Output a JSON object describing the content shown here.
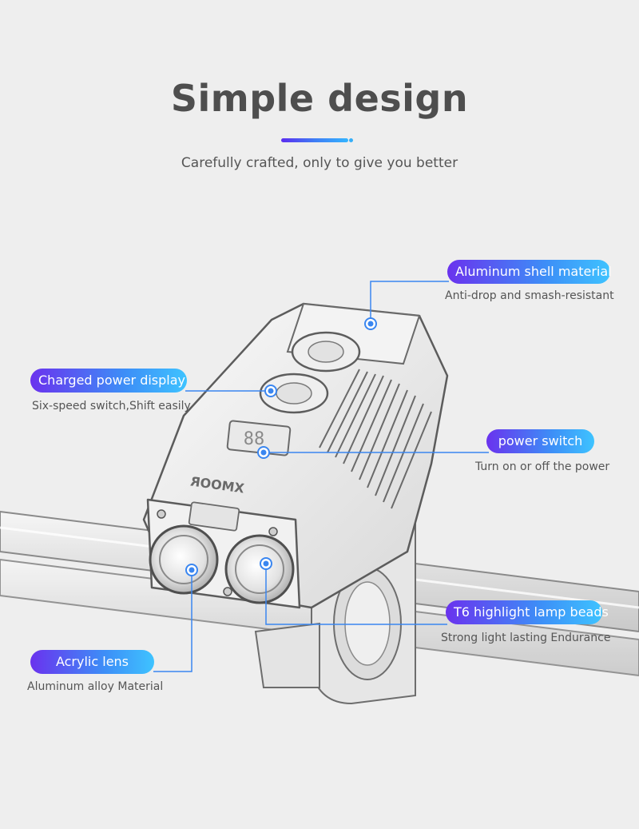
{
  "header": {
    "title": "Simple design",
    "subtitle": "Carefully crafted, only to give you better"
  },
  "callouts": {
    "aluminum_shell": {
      "label": "Aluminum shell material",
      "note": "Anti-drop and smash-resistant"
    },
    "charged_display": {
      "label": "Charged power display",
      "note": "Six-speed switch,Shift easily"
    },
    "power_switch": {
      "label": "power switch",
      "note": "Turn on or off the power"
    },
    "t6_beads": {
      "label": "T6 highlight lamp beads",
      "note": "Strong light lasting Endurance"
    },
    "acrylic_lens": {
      "label": "Acrylic lens",
      "note": "Aluminum alloy Material"
    }
  },
  "product": {
    "brand_mark": "XMOOR",
    "display_digits": "88"
  },
  "colors": {
    "accent_start": "#6a32ee",
    "accent_end": "#3ec3ff",
    "line": "#3a86f0"
  }
}
